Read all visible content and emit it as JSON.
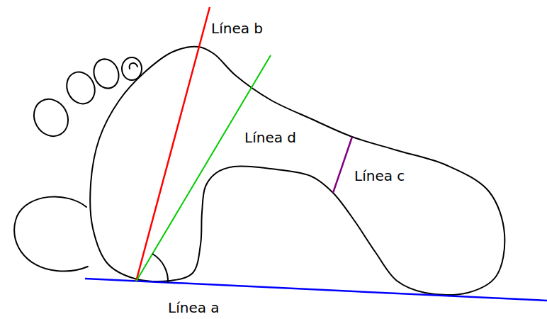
{
  "diagram": {
    "labels": [
      "Línea b",
      "Línea d",
      "Línea c",
      "Línea a"
    ]
  }
}
